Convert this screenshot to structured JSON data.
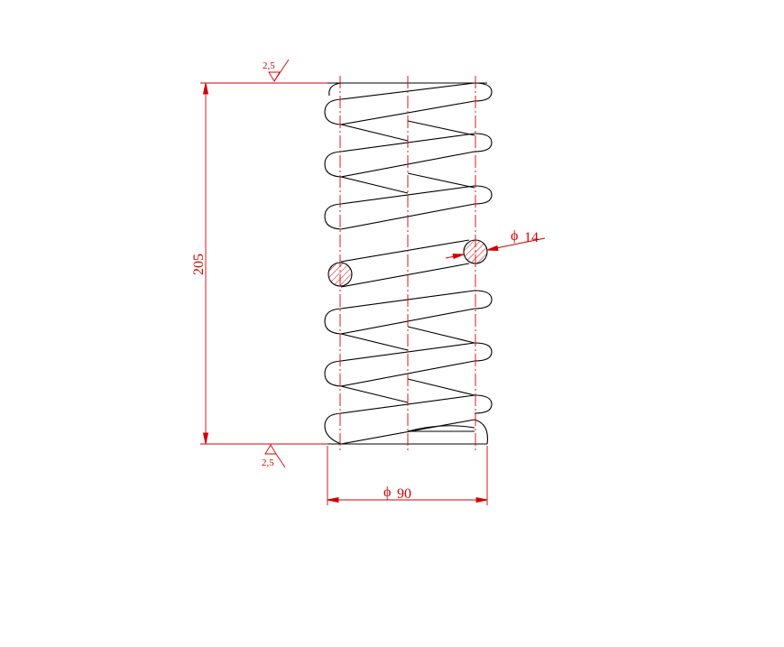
{
  "drawing": {
    "subject": "helical compression spring",
    "colors": {
      "outline": "#000000",
      "dimension": "#d40000",
      "background": "#ffffff"
    },
    "dimensions": {
      "free_length": "205",
      "outer_diameter_symbol": "ϕ",
      "outer_diameter": "90",
      "wire_diameter_symbol": "ϕ",
      "wire_diameter": "14",
      "roughness_top": "2,5",
      "roughness_bottom": "2,5"
    }
  }
}
